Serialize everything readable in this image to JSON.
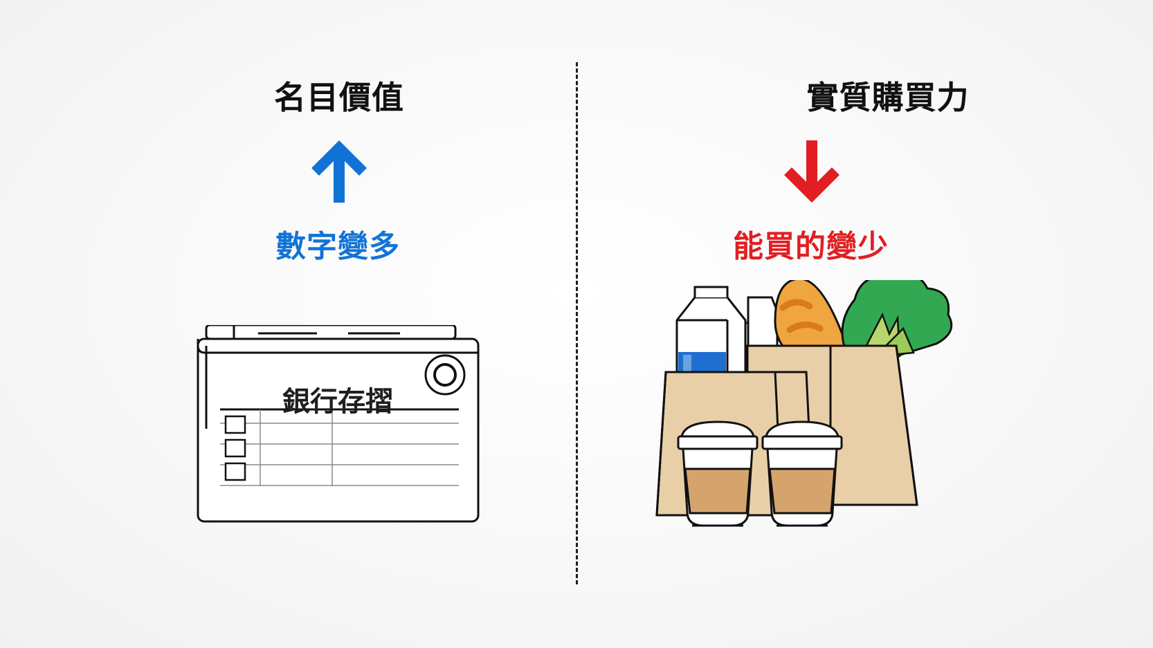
{
  "left": {
    "heading": "名目價值",
    "change_label": "數字變多",
    "passbook_title": "銀行存摺",
    "arrow": "up-arrow-icon",
    "accent_color": "#1273d6"
  },
  "right": {
    "heading": "實質購買力",
    "change_label": "能買的變少",
    "arrow": "down-arrow-icon",
    "accent_color": "#e11f22"
  }
}
